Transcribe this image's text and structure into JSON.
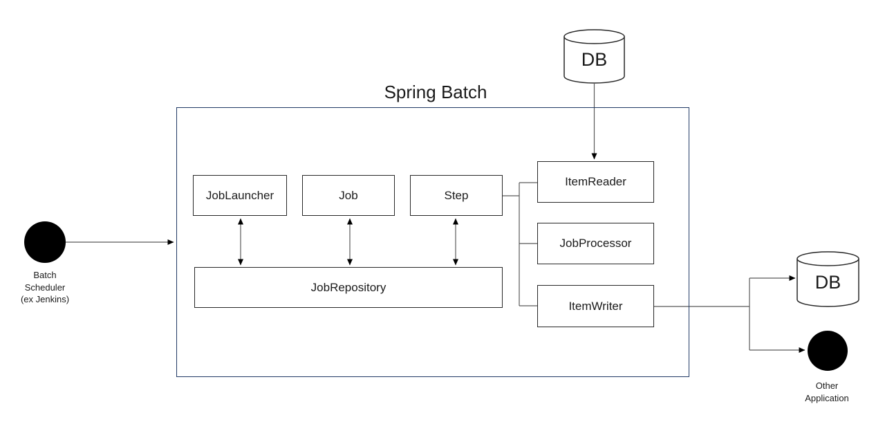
{
  "title": "Spring Batch",
  "boxes": {
    "job_launcher": "JobLauncher",
    "job": "Job",
    "step": "Step",
    "job_repository": "JobRepository",
    "item_reader": "ItemReader",
    "job_processor": "JobProcessor",
    "item_writer": "ItemWriter"
  },
  "external": {
    "db_top": "DB",
    "db_right": "DB",
    "batch_scheduler": "Batch\nScheduler\n(ex Jenkins)",
    "other_application": "Other\nApplication"
  },
  "colors": {
    "container_border": "#1f3864",
    "box_border": "#262626",
    "connector": "#595959",
    "arrowhead": "#000000",
    "shape_fill": "#000000",
    "text": "#1a1a1a",
    "background": "#ffffff"
  }
}
